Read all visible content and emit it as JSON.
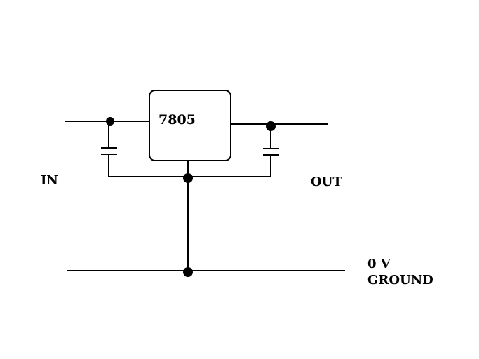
{
  "diagram": {
    "component_label": "7805",
    "input_label": "IN",
    "output_label": "OUT",
    "ground_label_line1": "0 V",
    "ground_label_line2": "GROUND"
  },
  "colors": {
    "background": "#ffffff",
    "ink": "#000000"
  }
}
